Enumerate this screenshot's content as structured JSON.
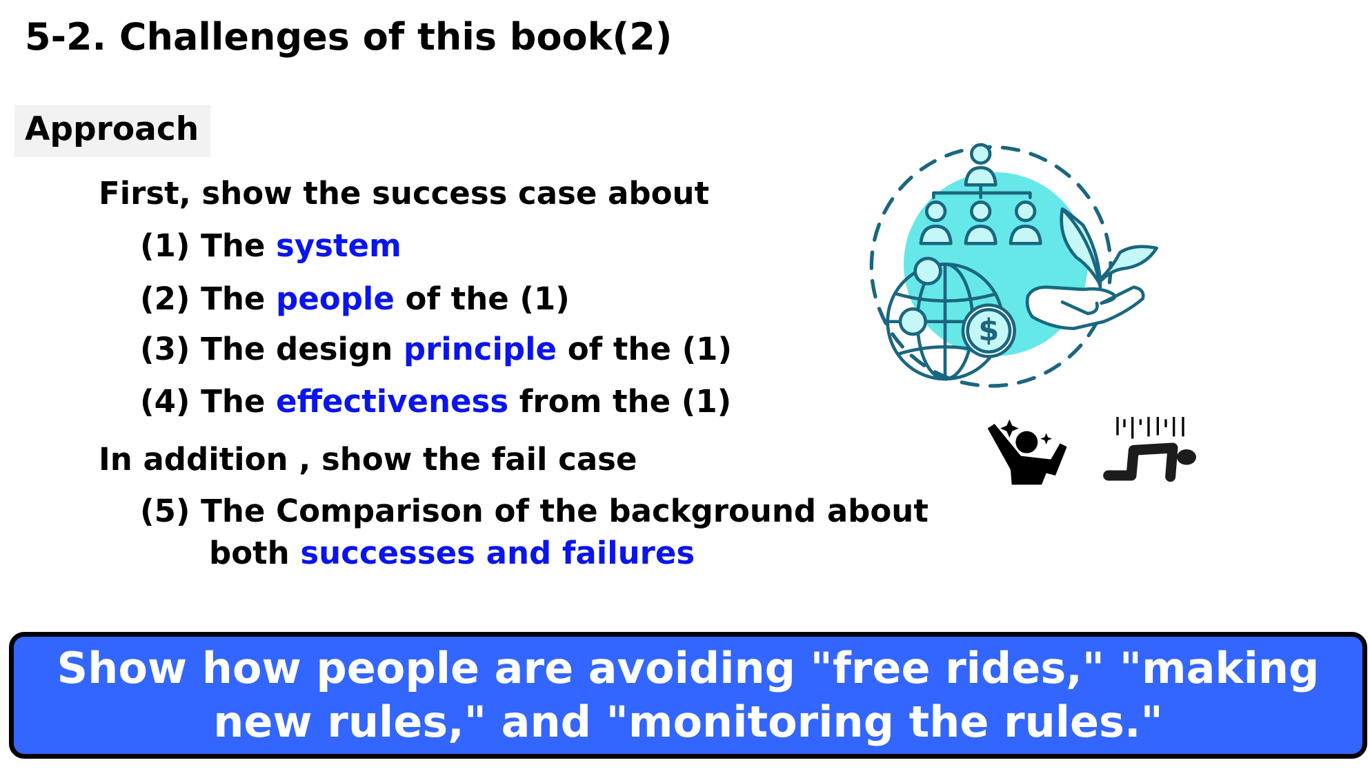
{
  "title": "5-2. Challenges of this book(2)",
  "section_label": "Approach",
  "intro_success": "First, show the success case about",
  "items": [
    {
      "num": "(1)",
      "pre": "The ",
      "highlight": "system",
      "post": ""
    },
    {
      "num": "(2)",
      "pre": "The ",
      "highlight": "people",
      "post": " of the (1)"
    },
    {
      "num": "(3)",
      "pre": "The design ",
      "highlight": "principle",
      "post": " of the (1)"
    },
    {
      "num": "(4)",
      "pre": "The ",
      "highlight": "effectiveness",
      "post": " from the (1)"
    }
  ],
  "intro_fail": "In addition , show the fail case",
  "item5": {
    "num": "(5)",
    "line1": "The Comparison of the background about",
    "line2_pre": "both ",
    "line2_highlight": "successes and failures"
  },
  "banner": "Show how people are avoiding \"free rides,\" \"making new rules,\" and \"monitoring the rules.\"",
  "colors": {
    "highlight": "#0a14ee",
    "banner": "#3366ff",
    "teal": "#66e8e8",
    "stroke": "#1a6680"
  },
  "icons": [
    "community-economy-illustration",
    "success-person-icon",
    "failure-person-icon"
  ]
}
